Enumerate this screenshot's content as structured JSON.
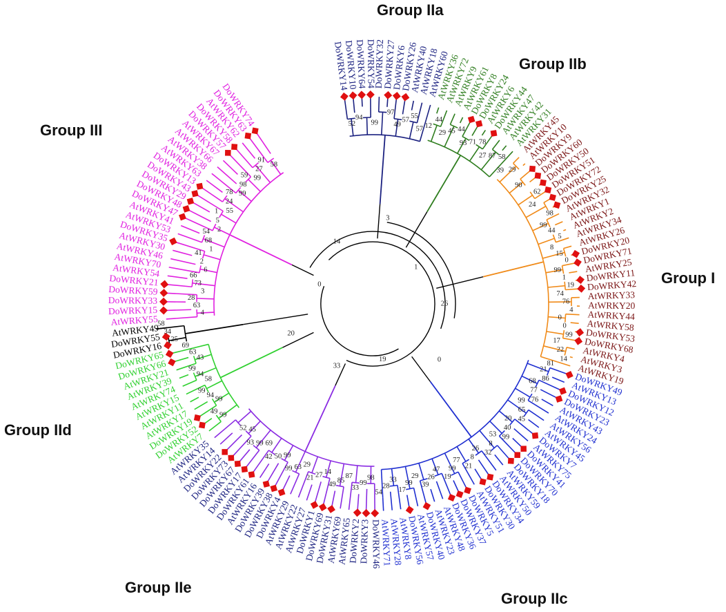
{
  "group_labels": {
    "IIa": "Group IIa",
    "IIb": "Group IIb",
    "I": "Group I",
    "IIc": "Group IIc",
    "IIe": "Group IIe",
    "IId": "Group IId",
    "III": "Group III"
  },
  "colors": {
    "IIa": "#1b2180",
    "IIb": "#2e7d1e",
    "I_branch": "#f08a18",
    "I_label": "#7a1414",
    "IIc": "#1f2fd0",
    "IIe_branch": "#8a2be2",
    "IIe_label": "#1b2180",
    "IId": "#2fd02f",
    "III": "#e020e0",
    "root": "#000000",
    "marker": "#e01010"
  },
  "root_bootstraps": [
    "0",
    "14",
    "3",
    "1",
    "26",
    "0",
    "19",
    "33",
    "20"
  ],
  "leaves": [
    {
      "name": "DoWRKY14",
      "g": "IIa",
      "m": true,
      "b": "52"
    },
    {
      "name": "DoWRKY10",
      "g": "IIa",
      "m": true,
      "b": "94"
    },
    {
      "name": "DoWRKY64",
      "g": "IIa",
      "m": true,
      "b": ""
    },
    {
      "name": "DoWRKY54",
      "g": "IIa",
      "m": true,
      "b": "99"
    },
    {
      "name": "DoWRKY32",
      "g": "IIa",
      "m": false,
      "b": ""
    },
    {
      "name": "DoWRKY27",
      "g": "IIa",
      "m": true,
      "b": "97"
    },
    {
      "name": "DoWRKY6",
      "g": "IIa",
      "m": true,
      "b": "49"
    },
    {
      "name": "DoWRKY26",
      "g": "IIa",
      "m": true,
      "b": "57"
    },
    {
      "name": "AtWRKY40",
      "g": "IIa",
      "m": false,
      "b": "55"
    },
    {
      "name": "AtWRKY18",
      "g": "IIa",
      "m": false,
      "b": "57"
    },
    {
      "name": "AtWRKY60",
      "g": "IIa",
      "m": false,
      "b": "12"
    },
    {
      "name": "AtWRKY36",
      "g": "IIb",
      "m": false,
      "b": "44"
    },
    {
      "name": "AtWRKY72",
      "g": "IIb",
      "m": false,
      "b": "29"
    },
    {
      "name": "AtWRKY9",
      "g": "IIb",
      "m": false,
      "b": "45"
    },
    {
      "name": "AtWRKY61",
      "g": "IIb",
      "m": false,
      "b": "44"
    },
    {
      "name": "DoWRKY8",
      "g": "IIb",
      "m": true,
      "b": "93"
    },
    {
      "name": "DoWRKY24",
      "g": "IIb",
      "m": true,
      "b": "71"
    },
    {
      "name": "AtWRKY6",
      "g": "IIb",
      "m": false,
      "b": "78"
    },
    {
      "name": "DoWRKY44",
      "g": "IIb",
      "m": true,
      "b": "27"
    },
    {
      "name": "AtWRKY47",
      "g": "IIb",
      "m": false,
      "b": "87"
    },
    {
      "name": "AtWRKY42",
      "g": "IIb",
      "m": false,
      "b": "58"
    },
    {
      "name": "AtWRKY31",
      "g": "IIb",
      "m": false,
      "b": "39"
    },
    {
      "name": "AtWRKY45",
      "g": "I",
      "m": false,
      "b": "29"
    },
    {
      "name": "AtWRKY10",
      "g": "I",
      "m": false,
      "b": ""
    },
    {
      "name": "DoWRKY9",
      "g": "I",
      "m": true,
      "b": "90"
    },
    {
      "name": "DoWRKY60",
      "g": "I",
      "m": true,
      "b": ""
    },
    {
      "name": "DoWRKY50",
      "g": "I",
      "m": true,
      "b": "62"
    },
    {
      "name": "DoWRKY51",
      "g": "I",
      "m": true,
      "b": "24"
    },
    {
      "name": "DoWRKY72",
      "g": "I",
      "m": true,
      "b": ""
    },
    {
      "name": "DoWRKY25",
      "g": "I",
      "m": true,
      "b": "98"
    },
    {
      "name": "AtWRKY32",
      "g": "I",
      "m": false,
      "b": "99"
    },
    {
      "name": "AtWRKY1",
      "g": "I",
      "m": false,
      "b": "44"
    },
    {
      "name": "AtWRKY2",
      "g": "I",
      "m": false,
      "b": "5"
    },
    {
      "name": "AtWRKY34",
      "g": "I",
      "m": false,
      "b": "8"
    },
    {
      "name": "AtWRKY26",
      "g": "I",
      "m": false,
      "b": "15"
    },
    {
      "name": "DoWRKY20",
      "g": "I",
      "m": true,
      "b": "0"
    },
    {
      "name": "DoWRKY71",
      "g": "I",
      "m": true,
      "b": "99"
    },
    {
      "name": "AtWRKY25",
      "g": "I",
      "m": false,
      "b": "1"
    },
    {
      "name": "DoWRKY11",
      "g": "I",
      "m": true,
      "b": "19"
    },
    {
      "name": "DoWRKY42",
      "g": "I",
      "m": true,
      "b": "74"
    },
    {
      "name": "AtWRKY33",
      "g": "I",
      "m": false,
      "b": "76"
    },
    {
      "name": "AtWRKY20",
      "g": "I",
      "m": false,
      "b": "4"
    },
    {
      "name": "AtWRKY44",
      "g": "I",
      "m": false,
      "b": "0"
    },
    {
      "name": "AtWRKY58",
      "g": "I",
      "m": false,
      "b": "0"
    },
    {
      "name": "DoWRKY53",
      "g": "I",
      "m": true,
      "b": "99"
    },
    {
      "name": "DoWRKY68",
      "g": "I",
      "m": true,
      "b": "17"
    },
    {
      "name": "AtWRKY4",
      "g": "I",
      "m": false,
      "b": "22"
    },
    {
      "name": "AtWRKY3",
      "g": "I",
      "m": false,
      "b": "14"
    },
    {
      "name": "AtWRKY19",
      "g": "I",
      "m": false,
      "b": "81"
    },
    {
      "name": "DoWRKY49",
      "g": "IIc",
      "m": true,
      "b": "21"
    },
    {
      "name": "AtWRKY13",
      "g": "IIc",
      "m": false,
      "b": "86"
    },
    {
      "name": "DoWRKY12",
      "g": "IIc",
      "m": true,
      "b": "68"
    },
    {
      "name": "DoWRKY23",
      "g": "IIc",
      "m": true,
      "b": "77"
    },
    {
      "name": "AtWRKY43",
      "g": "IIc",
      "m": false,
      "b": "76"
    },
    {
      "name": "AtWRKY24",
      "g": "IIc",
      "m": false,
      "b": "99"
    },
    {
      "name": "AtWRKY56",
      "g": "IIc",
      "m": false,
      "b": "65"
    },
    {
      "name": "AtWRKY45",
      "g": "IIc",
      "m": false,
      "b": "45"
    },
    {
      "name": "DoWRKY7",
      "g": "IIc",
      "m": true,
      "b": "20"
    },
    {
      "name": "AtWRKY75",
      "g": "IIc",
      "m": false,
      "b": "40"
    },
    {
      "name": "DoWRKY41",
      "g": "IIc",
      "m": true,
      "b": "99"
    },
    {
      "name": "DoWRKY70",
      "g": "IIc",
      "m": true,
      "b": "53"
    },
    {
      "name": "DoWRKY18",
      "g": "IIc",
      "m": true,
      "b": "8"
    },
    {
      "name": "AtWRKY59",
      "g": "IIc",
      "m": false,
      "b": "32"
    },
    {
      "name": "AtWRKY50",
      "g": "IIc",
      "m": false,
      "b": "26"
    },
    {
      "name": "DoWRKY34",
      "g": "IIc",
      "m": true,
      "b": "8"
    },
    {
      "name": "DoWRKY30",
      "g": "IIc",
      "m": true,
      "b": "21"
    },
    {
      "name": "AtWRKY51",
      "g": "IIc",
      "m": false,
      "b": "77"
    },
    {
      "name": "DoWRKY5",
      "g": "IIc",
      "m": true,
      "b": "99"
    },
    {
      "name": "DoWRKY37",
      "g": "IIc",
      "m": true,
      "b": "19"
    },
    {
      "name": "DoWRKY36",
      "g": "IIc",
      "m": true,
      "b": "47"
    },
    {
      "name": "AtWRKY48",
      "g": "IIc",
      "m": false,
      "b": "26"
    },
    {
      "name": "AtWRKY23",
      "g": "IIc",
      "m": false,
      "b": "39"
    },
    {
      "name": "DoWRKY40",
      "g": "IIc",
      "m": true,
      "b": "29"
    },
    {
      "name": "AtWRKY57",
      "g": "IIc",
      "m": false,
      "b": "99"
    },
    {
      "name": "DoWRKY56",
      "g": "IIc",
      "m": true,
      "b": "17"
    },
    {
      "name": "AtWRKY8",
      "g": "IIc",
      "m": false,
      "b": "33"
    },
    {
      "name": "AtWRKY28",
      "g": "IIc",
      "m": false,
      "b": "28"
    },
    {
      "name": "AtWRKY71",
      "g": "IIc",
      "m": false,
      "b": "54"
    },
    {
      "name": "DoWRKY46",
      "g": "IIe",
      "m": true,
      "b": "98"
    },
    {
      "name": "DoWRKY3",
      "g": "IIe",
      "m": true,
      "b": "99"
    },
    {
      "name": "DoWRKY2",
      "g": "IIe",
      "m": true,
      "b": "33"
    },
    {
      "name": "AtWRKY65",
      "g": "IIe",
      "m": false,
      "b": "87"
    },
    {
      "name": "AtWRKY69",
      "g": "IIe",
      "m": false,
      "b": "85"
    },
    {
      "name": "DoWRKY31",
      "g": "IIe",
      "m": true,
      "b": "49"
    },
    {
      "name": "DoWRKY69",
      "g": "IIe",
      "m": true,
      "b": "14"
    },
    {
      "name": "DoWRKY1",
      "g": "IIe",
      "m": true,
      "b": "27"
    },
    {
      "name": "AtWRKY27",
      "g": "IIe",
      "m": false,
      "b": "21"
    },
    {
      "name": "AtWRKY22",
      "g": "IIe",
      "m": false,
      "b": "29"
    },
    {
      "name": "AtWRKY29",
      "g": "IIe",
      "m": false,
      "b": "63"
    },
    {
      "name": "DoWRKY4",
      "g": "IIe",
      "m": true,
      "b": "99"
    },
    {
      "name": "DoWRKY38",
      "g": "IIe",
      "m": true,
      "b": "99"
    },
    {
      "name": "DoWRKY39",
      "g": "IIe",
      "m": true,
      "b": "50"
    },
    {
      "name": "AtWRKY16",
      "g": "IIe",
      "m": false,
      "b": "42"
    },
    {
      "name": "DoWRKY61",
      "g": "IIe",
      "m": true,
      "b": "69"
    },
    {
      "name": "DoWRKY17",
      "g": "IIe",
      "m": true,
      "b": "99"
    },
    {
      "name": "DoWRKY67",
      "g": "IIe",
      "m": true,
      "b": "93"
    },
    {
      "name": "DoWRKY73",
      "g": "IIe",
      "m": true,
      "b": "45"
    },
    {
      "name": "DoWRKY22",
      "g": "IIe",
      "m": true,
      "b": "52"
    },
    {
      "name": "AtWRKY14",
      "g": "IIe",
      "m": false,
      "b": ""
    },
    {
      "name": "AtWRKY35",
      "g": "IIe",
      "m": false,
      "b": ""
    },
    {
      "name": "AtWRKY7",
      "g": "IId",
      "m": false,
      "b": "99"
    },
    {
      "name": "DoWRKY52",
      "g": "IId",
      "m": true,
      "b": "49"
    },
    {
      "name": "DoWRKY19",
      "g": "IId",
      "m": true,
      "b": "99"
    },
    {
      "name": "AtWRKY17",
      "g": "IId",
      "m": false,
      "b": "94"
    },
    {
      "name": "AtWRKY11",
      "g": "IId",
      "m": false,
      "b": "99"
    },
    {
      "name": "AtWRKY15",
      "g": "IId",
      "m": false,
      "b": "58"
    },
    {
      "name": "AtWRKY74",
      "g": "IId",
      "m": false,
      "b": "94"
    },
    {
      "name": "AtWRKY39",
      "g": "IId",
      "m": false,
      "b": "99"
    },
    {
      "name": "AtWRKY21",
      "g": "IId",
      "m": false,
      "b": "43"
    },
    {
      "name": "DoWRKY66",
      "g": "IId",
      "m": true,
      "b": "63"
    },
    {
      "name": "DoWRKY65",
      "g": "IId",
      "m": true,
      "b": "69"
    },
    {
      "name": "DoWRKY16",
      "g": "root",
      "m": true,
      "b": "25"
    },
    {
      "name": "DoWRKY55",
      "g": "root",
      "m": true,
      "b": "34"
    },
    {
      "name": "AtWRKY49",
      "g": "root",
      "m": false,
      "b": "58"
    },
    {
      "name": "AtWRKY55",
      "g": "III",
      "m": false,
      "b": "4"
    },
    {
      "name": "DoWRKY15",
      "g": "III",
      "m": true,
      "b": "63"
    },
    {
      "name": "DoWRKY33",
      "g": "III",
      "m": true,
      "b": "28"
    },
    {
      "name": "DoWRKY59",
      "g": "III",
      "m": true,
      "b": "3"
    },
    {
      "name": "DoWRKY21",
      "g": "III",
      "m": true,
      "b": "73"
    },
    {
      "name": "AtWRKY54",
      "g": "III",
      "m": false,
      "b": "66"
    },
    {
      "name": "AtWRKY70",
      "g": "III",
      "m": false,
      "b": "6"
    },
    {
      "name": "AtWRKY46",
      "g": "III",
      "m": false,
      "b": "2"
    },
    {
      "name": "AtWRKY30",
      "g": "III",
      "m": false,
      "b": "41"
    },
    {
      "name": "DoWRKY35",
      "g": "III",
      "m": true,
      "b": "1"
    },
    {
      "name": "AtWRKY53",
      "g": "III",
      "m": false,
      "b": "68"
    },
    {
      "name": "AtWRKY41",
      "g": "III",
      "m": false,
      "b": "54"
    },
    {
      "name": "DoWRKY47",
      "g": "III",
      "m": true,
      "b": "2"
    },
    {
      "name": "DoWRKY48",
      "g": "III",
      "m": true,
      "b": "5"
    },
    {
      "name": "DoWRKY29",
      "g": "III",
      "m": true,
      "b": "1"
    },
    {
      "name": "DoWRKY43",
      "g": "III",
      "m": true,
      "b": "55"
    },
    {
      "name": "DoWRKY13",
      "g": "III",
      "m": true,
      "b": "24"
    },
    {
      "name": "AtWRKY63",
      "g": "III",
      "m": false,
      "b": "78"
    },
    {
      "name": "AtWRKY38",
      "g": "III",
      "m": false,
      "b": "99"
    },
    {
      "name": "AtWRKY66",
      "g": "III",
      "m": false,
      "b": "98"
    },
    {
      "name": "AtWRKY67",
      "g": "III",
      "m": false,
      "b": "59"
    },
    {
      "name": "DoWRKY57",
      "g": "III",
      "m": true,
      "b": "99"
    },
    {
      "name": "DoWRKY58",
      "g": "III",
      "m": true,
      "b": "27"
    },
    {
      "name": "AtWRKY62",
      "g": "III",
      "m": false,
      "b": "91"
    },
    {
      "name": "DoWRKY63",
      "g": "III",
      "m": true,
      "b": "58"
    },
    {
      "name": "DoWRKY74",
      "g": "III",
      "m": true,
      "b": ""
    }
  ]
}
